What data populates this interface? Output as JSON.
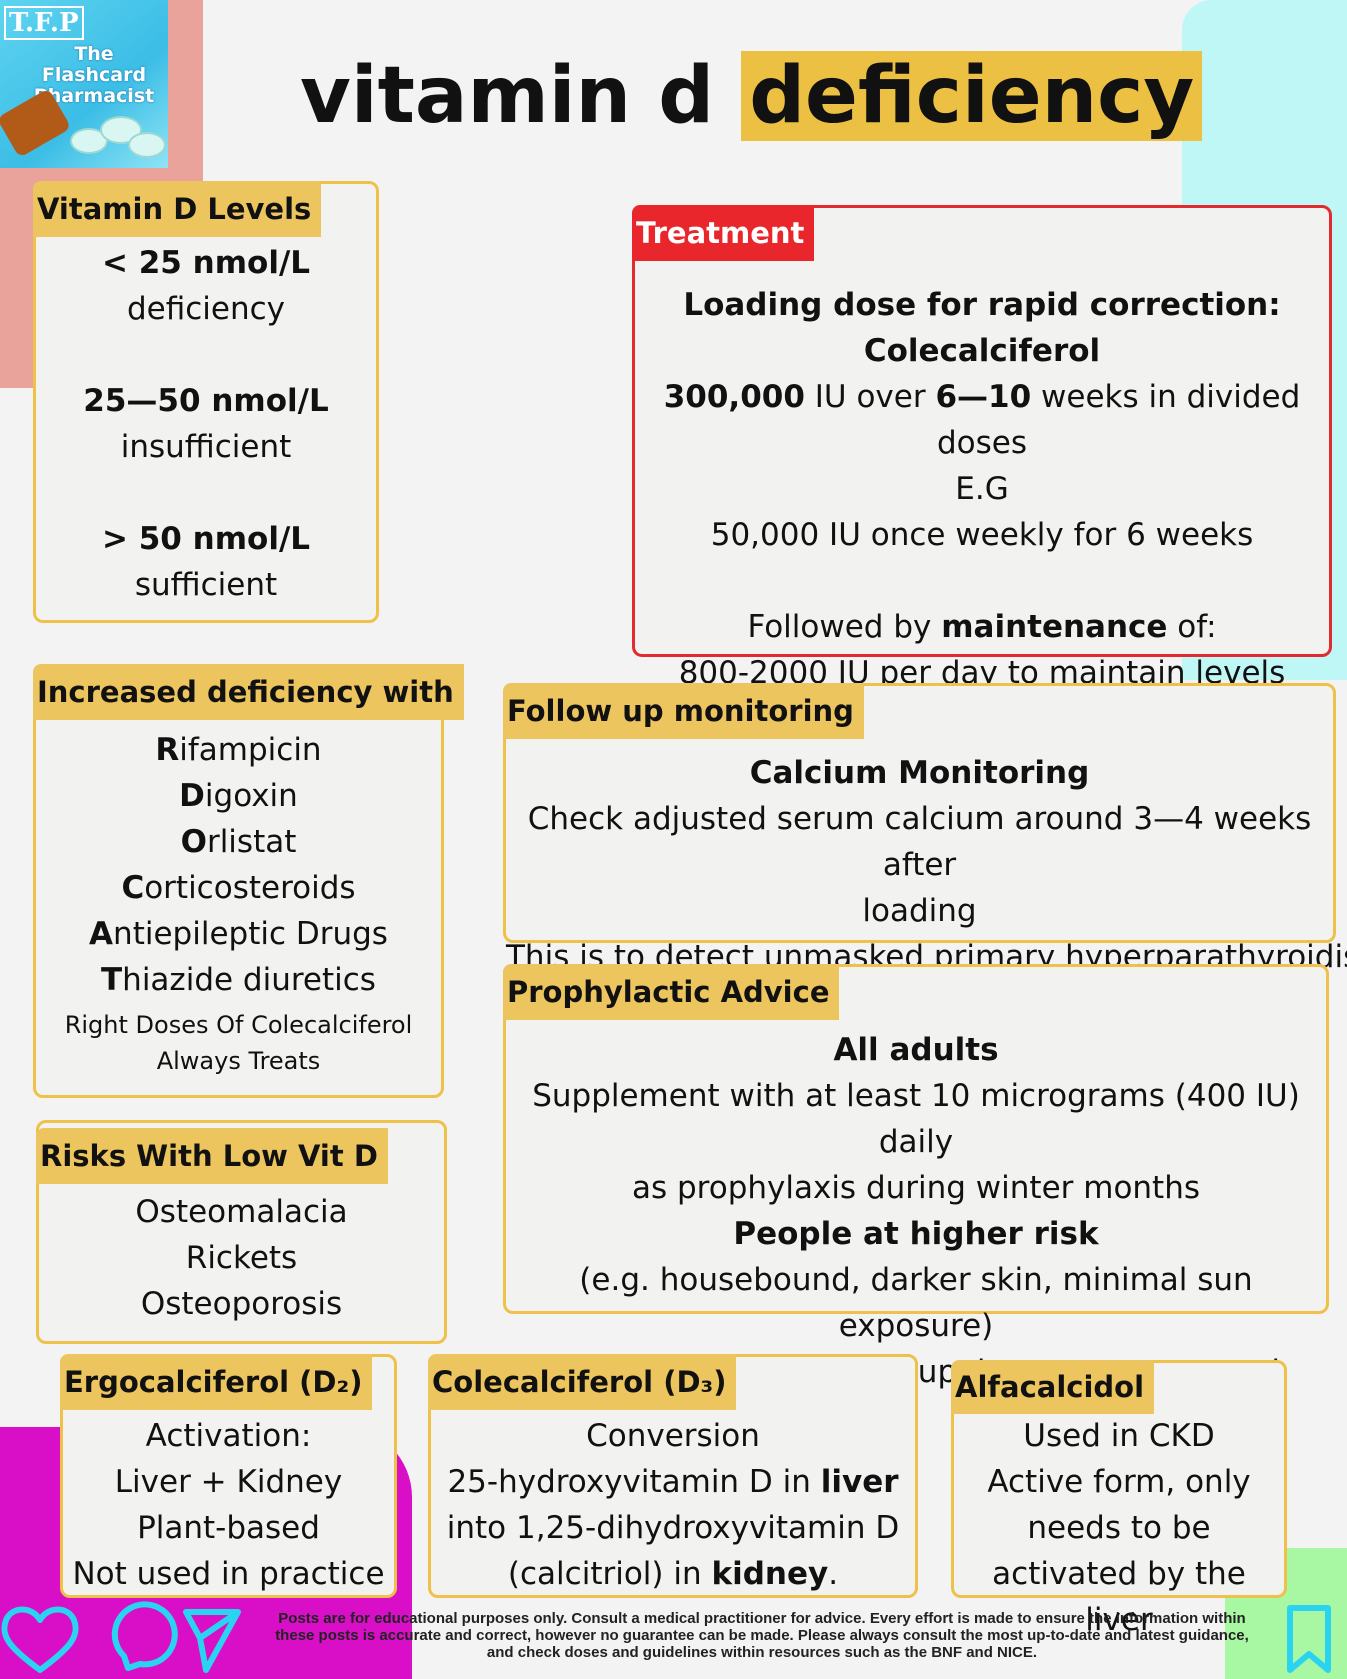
{
  "logo": {
    "initials": "T.F.P",
    "brand": "The Flashcard Pharmacist"
  },
  "title": {
    "plain": "vitamin d ",
    "highlight": "deficiency"
  },
  "levels": {
    "heading": "Vitamin D Levels",
    "items": [
      {
        "value": "< 25 nmol/L",
        "label": "deficiency"
      },
      {
        "value": "25—50 nmol/L",
        "label": "insufficient"
      },
      {
        "value": "> 50 nmol/L",
        "label": "sufficient"
      }
    ]
  },
  "treatment": {
    "heading": "Treatment",
    "line1": "Loading dose for rapid correction:",
    "line2": "Colecalciferol",
    "line3_bold1": "300,000",
    "line3_mid": " IU over ",
    "line3_bold2": "6—10",
    "line3_end": " weeks in divided doses",
    "line4": "E.G",
    "line5": "50,000 IU once weekly for 6 weeks",
    "line6_start": "Followed by ",
    "line6_bold": "maintenance",
    "line6_end": " of:",
    "line7": "800-2000 IU per day to maintain levels"
  },
  "increased": {
    "heading": "Increased deficiency with",
    "drugs": [
      {
        "initial": "R",
        "rest": "ifampicin"
      },
      {
        "initial": "D",
        "rest": "igoxin"
      },
      {
        "initial": "O",
        "rest": "rlistat"
      },
      {
        "initial": "C",
        "rest": "orticosteroids"
      },
      {
        "initial": "A",
        "rest": "ntiepileptic Drugs"
      },
      {
        "initial": "T",
        "rest": "hiazide diuretics"
      }
    ],
    "mnemonic1": "Right Doses Of Colecalciferol",
    "mnemonic2": "Always Treats"
  },
  "followup": {
    "heading": "Follow up monitoring",
    "sub": "Calcium Monitoring",
    "line1": "Check adjusted serum calcium around 3—4 weeks after",
    "line2": "loading",
    "line3": "This is to detect unmasked primary hyperparathyroidism."
  },
  "prophylactic": {
    "heading": "Prophylactic Advice",
    "sub1": "All adults",
    "line1": "Supplement with at least 10 micrograms (400 IU) daily",
    "line2": "as prophylaxis during winter months",
    "sub2": "People at higher risk",
    "line3": "(e.g. housebound, darker skin, minimal sun exposure)",
    "line4": "should take vitamin D supplements year-round"
  },
  "risks": {
    "heading": "Risks With Low Vit D",
    "items": [
      "Osteomalacia",
      "Rickets",
      "Osteoporosis"
    ]
  },
  "ergo": {
    "heading": "Ergocalciferol (D₂)",
    "lines": [
      "Activation:",
      "Liver + Kidney",
      "Plant-based",
      "Not used in practice"
    ]
  },
  "cole": {
    "heading": "Colecalciferol (D₃)",
    "line1": "Conversion",
    "line2_start": "25-hydroxyvitamin D in ",
    "line2_bold": "liver",
    "line3": "into 1,25-dihydroxyvitamin D",
    "line4_start": "(calcitriol) in ",
    "line4_bold": "kidney",
    "line4_end": "."
  },
  "alfa": {
    "heading": "Alfacalcidol",
    "lines": [
      "Used in CKD",
      "Active form, only",
      "needs to be",
      "activated by the liver"
    ]
  },
  "footer": {
    "disclaimer": "Posts are for educational purposes only.  Consult a medical practitioner for advice. Every effort is made to ensure the information within these posts is accurate and correct, however no guarantee can be made. Please always consult the most up-to-date and latest guidance, and check doses and guidelines within resources such as the BNF and NICE."
  },
  "icons": [
    "heart-icon",
    "comment-icon",
    "share-icon",
    "bookmark-icon"
  ],
  "colors": {
    "accent_yellow": "#ecc55e",
    "treatment_red": "#e32a2f",
    "magenta": "#d90fc7",
    "cyan": "#bff7f7",
    "pink": "#eaa39b",
    "green": "#a8f7a3"
  }
}
